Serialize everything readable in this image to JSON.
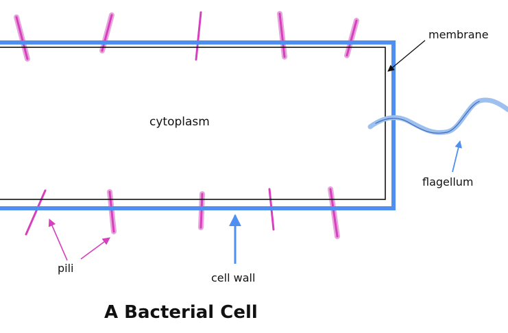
{
  "diagram": {
    "title": "A Bacterial Cell",
    "labels": {
      "cytoplasm": "cytoplasm",
      "membrane": "membrane",
      "flagellum": "flagellum",
      "pili": "pili",
      "cell_wall": "cell wall"
    }
  },
  "colors": {
    "cell_wall": "#4f8ff0",
    "membrane": "#111111",
    "pili": "#d63fbd",
    "flagellum": "#9ec0ef",
    "text": "#111111"
  },
  "icons": [
    "arrow-icon"
  ]
}
